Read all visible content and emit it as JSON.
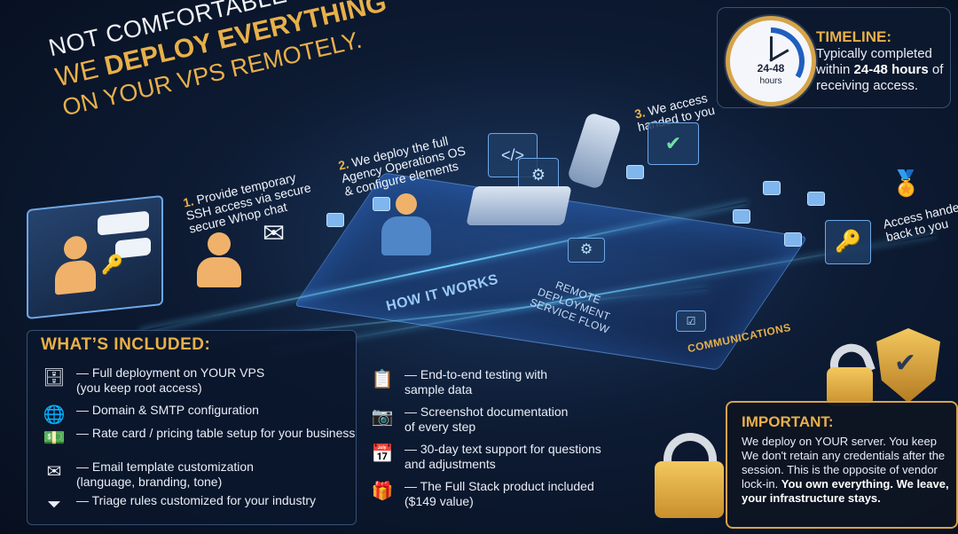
{
  "headline": {
    "line1": "NOT COMFORTABLE WITH DOCKER?",
    "line2_prefix": "WE ",
    "line2_bold": "DEPLOY EVERYTHING",
    "line3": "ON YOUR VPS REMOTELY."
  },
  "flow": {
    "step1_num": "1.",
    "step1_text": [
      "Provide temporary",
      "SSH access via secure",
      "secure Whop chat"
    ],
    "step2_num": "2.",
    "step2_text": [
      "We deploy the full",
      "Agency Operations OS",
      "& configure elements"
    ],
    "step3_num": "3.",
    "step3_text": [
      "We access",
      "handed to you"
    ],
    "step4_text": [
      "Access handed",
      "back to you"
    ],
    "how_it_works": "HOW IT WORKS",
    "service_flow": [
      "REMOTE DEPLOYMENT",
      "SERVICE FLOW"
    ],
    "communications": "COMMUNICATIONS"
  },
  "timeline": {
    "clock_label": "24-48",
    "clock_sublabel": "hours",
    "title": "TIMELINE:",
    "text_prefix": "Typically completed within ",
    "text_bold": "24-48 hours",
    "text_suffix": " of receiving access."
  },
  "included": {
    "title": "WHAT’S INCLUDED:",
    "left": [
      {
        "icon": "server-lock-icon",
        "text": [
          "— Full deployment on YOUR VPS",
          "(you keep root access)"
        ]
      },
      {
        "icon": "globe-mail-icon",
        "text": [
          "— Domain & SMTP configuration"
        ]
      },
      {
        "icon": "money-card-icon",
        "text": [
          "— Rate card / pricing table setup for your business"
        ]
      },
      {
        "icon": "email-edit-icon",
        "text": [
          "— Email template customization",
          "(language, branding, tone)"
        ]
      },
      {
        "icon": "funnel-icon",
        "text": [
          "— Triage rules customized for your industry"
        ]
      }
    ],
    "right": [
      {
        "icon": "checklist-icon",
        "text": [
          "— End-to-end testing with",
          "sample data"
        ]
      },
      {
        "icon": "camera-icon",
        "text": [
          "— Screenshot documentation",
          "of every step"
        ]
      },
      {
        "icon": "calendar-chat-icon",
        "text": [
          "— 30-day text support for questions",
          "and adjustments"
        ]
      },
      {
        "icon": "gift-box-icon",
        "text": [
          "— The Full Stack product included",
          "($149 value)"
        ]
      }
    ]
  },
  "important": {
    "title": "IMPORTANT:",
    "text": "We deploy on YOUR server. You keep We don't retain any credentials after the session. This is the opposite of vendor lock-in. ",
    "bold": "You own everything. We leave, your infrastructure stays."
  },
  "colors": {
    "accent_gold": "#e8b04a",
    "background": "#0d1b33",
    "glow_blue": "#6fd0ff"
  }
}
